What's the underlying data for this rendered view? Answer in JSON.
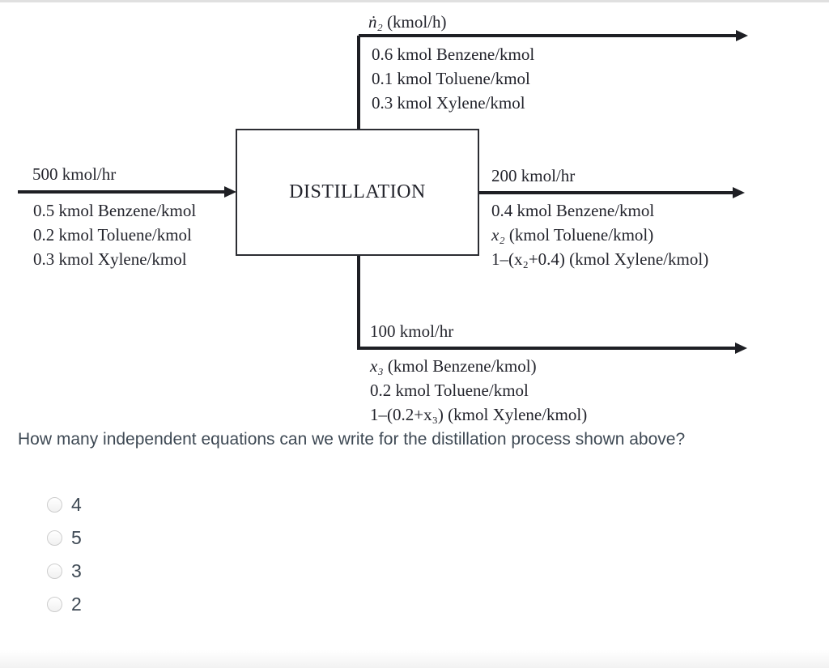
{
  "colors": {
    "diagram_ink": "#1e1f24",
    "diagram_text": "#23242c",
    "question_text": "#3e4954",
    "radio_border": "#cdcdcd",
    "top_rule": "#e0e0e0"
  },
  "diagram": {
    "unit_label": "DISTILLATION",
    "streams": {
      "overhead": {
        "flow_var": "ṅ₂",
        "flow_units": " (kmol/h)",
        "composition": [
          "0.6 kmol Benzene/kmol",
          "0.1 kmol Toluene/kmol",
          "0.3 kmol Xylene/kmol"
        ]
      },
      "feed": {
        "flow": "500 kmol/hr",
        "composition": [
          "0.5 kmol Benzene/kmol",
          "0.2 kmol Toluene/kmol",
          "0.3 kmol Xylene/kmol"
        ]
      },
      "side": {
        "flow": "200 kmol/hr",
        "comp_benzene": "0.4 kmol Benzene/kmol",
        "comp_toluene_var": "x₂",
        "comp_toluene_rest": " (kmol Toluene/kmol)",
        "comp_xylene": "1–(x₂+0.4) (kmol Xylene/kmol)"
      },
      "bottoms": {
        "flow": "100 kmol/hr",
        "comp_benzene_var": "x₃",
        "comp_benzene_rest": " (kmol Benzene/kmol)",
        "comp_toluene": "0.2 kmol Toluene/kmol",
        "comp_xylene": "1–(0.2+x₃) (kmol Xylene/kmol)"
      }
    }
  },
  "question": {
    "text": "How many independent equations can we write for the distillation process shown above?",
    "options": [
      "4",
      "5",
      "3",
      "2"
    ]
  }
}
